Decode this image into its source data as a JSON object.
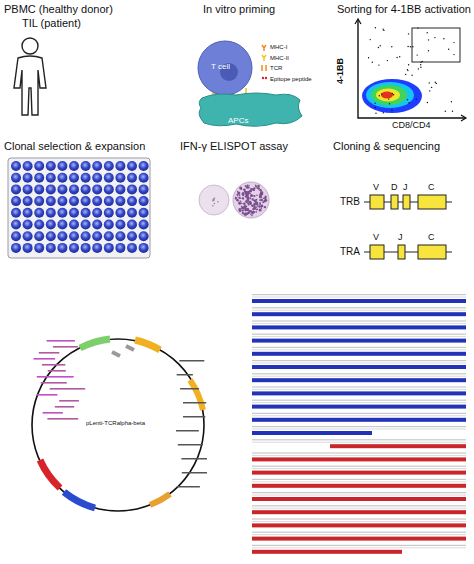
{
  "diagram": {
    "nodes": [
      {
        "text": [
          "T cell"
        ]
      },
      {
        "text": [
          "APCs"
        ]
      }
    ],
    "labels": [
      "PBMC (healthy donor)",
      "TIL (patient)",
      "In vitro priming",
      "Sorting for 4-1BB activation",
      "4-1BB",
      "CD8/CD4",
      "Clonal selection & expansion",
      "IFN-γ ELISPOT assay",
      "Cloning & sequencing",
      "TRB",
      "V",
      "D",
      "J",
      "C",
      "TRA",
      "V",
      "J",
      "C",
      "pLenti-TCRalpha-beta"
    ],
    "legend": [
      {
        "text": "MHC-I"
      },
      {
        "text": "MHC-II"
      },
      {
        "text": "TCR"
      },
      {
        "text": "Epitope peptide"
      }
    ]
  }
}
